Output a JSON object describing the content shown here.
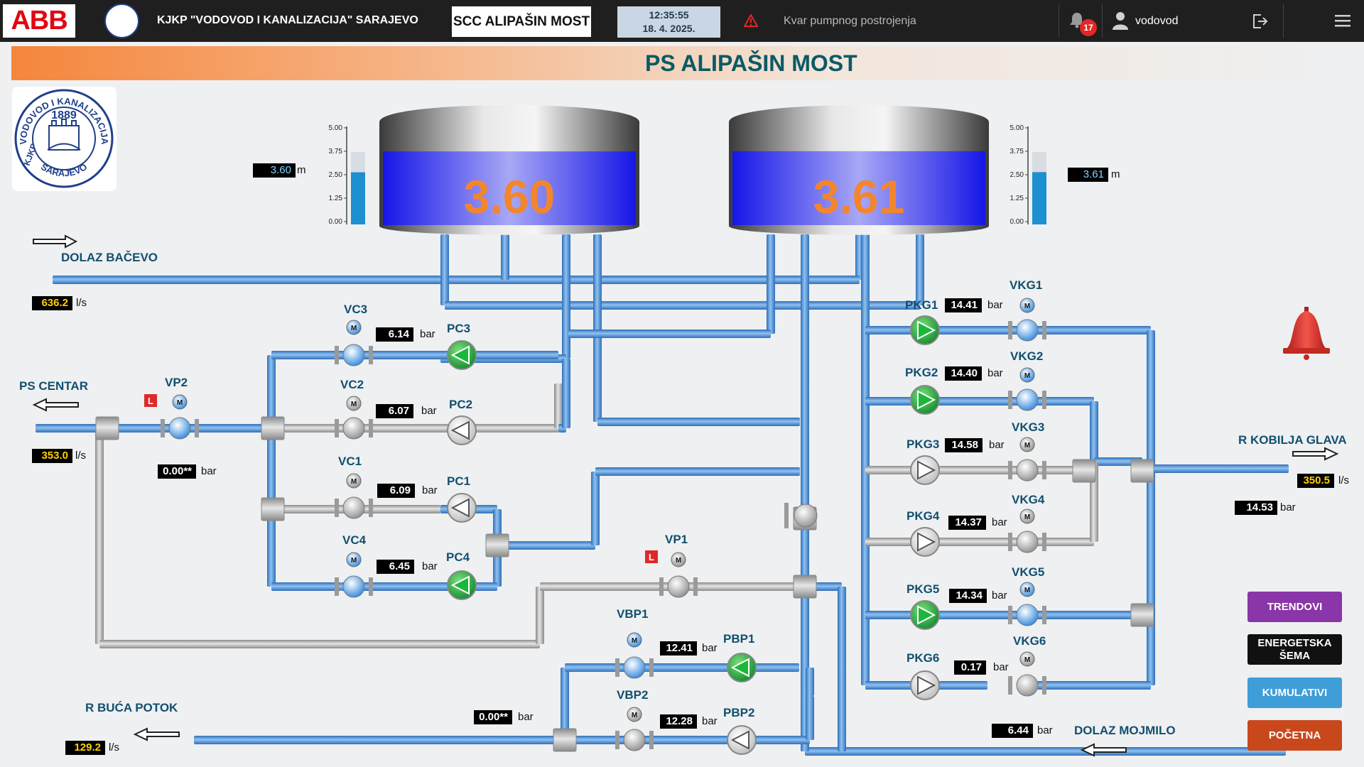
{
  "header": {
    "brand": "ABB",
    "organization": "KJKP \"VODOVOD I KANALIZACIJA\" SARAJEVO",
    "station": "SCC ALIPAŠIN MOST",
    "time": "12:35:55",
    "date": "18. 4. 2025.",
    "alarm_message": "Kvar pumpnog postrojenja",
    "notification_count": "17",
    "user": "vodovod"
  },
  "title": "PS ALIPAŠIN MOST",
  "logo": {
    "year": "1889",
    "text_top": "VODOVOD I KANALIZACIJA",
    "text_left": "KJKP",
    "text_bottom": "SARAJEVO"
  },
  "tanks": [
    {
      "level_text": "3.60",
      "readout": "3.60",
      "unit": "m",
      "level": 3.6,
      "scale": [
        "5.00",
        "3.75",
        "2.50",
        "1.25",
        "0.00"
      ]
    },
    {
      "level_text": "3.61",
      "readout": "3.61",
      "unit": "m",
      "level": 3.61,
      "scale": [
        "5.00",
        "3.75",
        "2.50",
        "1.25",
        "0.00"
      ]
    }
  ],
  "flows": {
    "dolaz_bacevo": {
      "label": "DOLAZ BAČEVO",
      "value": "636.2",
      "unit": "l/s"
    },
    "ps_centar": {
      "label": "PS CENTAR",
      "value": "353.0",
      "unit": "l/s"
    },
    "r_kobilja_glava": {
      "label": "R KOBILJA GLAVA",
      "value": "350.5",
      "unit": "l/s",
      "pressure": "14.53",
      "punit": "bar"
    },
    "r_buca_potok": {
      "label": "R BUĆA POTOK",
      "value": "129.2",
      "unit": "l/s"
    },
    "dolaz_mojmilo": {
      "label": "DOLAZ MOJMILO",
      "pressure": "6.44",
      "punit": "bar"
    }
  },
  "valves": {
    "vp2": {
      "label": "VP2",
      "pressure": "0.00**",
      "unit": "bar",
      "mode": "L"
    },
    "vp1": {
      "label": "VP1",
      "mode": "L"
    },
    "vc3": "VC3",
    "vc2": "VC2",
    "vc1": "VC1",
    "vc4": "VC4",
    "vbp1": "VBP1",
    "vbp2": "VBP2",
    "vkg1": "VKG1",
    "vkg2": "VKG2",
    "vkg3": "VKG3",
    "vkg4": "VKG4",
    "vkg5": "VKG5",
    "vkg6": "VKG6"
  },
  "pumps": {
    "pc3": {
      "label": "PC3",
      "pressure": "6.14",
      "unit": "bar"
    },
    "pc2": {
      "label": "PC2",
      "pressure": "6.07",
      "unit": "bar"
    },
    "pc1": {
      "label": "PC1",
      "pressure": "6.09",
      "unit": "bar"
    },
    "pc4": {
      "label": "PC4",
      "pressure": "6.45",
      "unit": "bar"
    },
    "pbp1": {
      "label": "PBP1",
      "pressure": "12.41",
      "unit": "bar"
    },
    "pbp2": {
      "label": "PBP2",
      "pressure": "12.28",
      "unit": "bar"
    },
    "pkg1": {
      "label": "PKG1",
      "pressure": "14.41",
      "unit": "bar"
    },
    "pkg2": {
      "label": "PKG2",
      "pressure": "14.40",
      "unit": "bar"
    },
    "pkg3": {
      "label": "PKG3",
      "pressure": "14.58",
      "unit": "bar"
    },
    "pkg4": {
      "label": "PKG4",
      "pressure": "14.37",
      "unit": "bar"
    },
    "pkg5": {
      "label": "PKG5",
      "pressure": "14.34",
      "unit": "bar"
    },
    "pkg6": {
      "label": "PKG6",
      "pressure": "0.17",
      "unit": "bar"
    }
  },
  "buca_pressure": {
    "value": "0.00**",
    "unit": "bar"
  },
  "motor_glyph": "M",
  "mode_local": "L",
  "buttons": [
    {
      "label": "TRENDOVI",
      "color": "#8a35a8"
    },
    {
      "label": "ENERGETSKA ŠEMA",
      "color": "#111111"
    },
    {
      "label": "KUMULATIVI",
      "color": "#3f9ed8"
    },
    {
      "label": "POČETNA",
      "color": "#c8481c"
    }
  ],
  "colors": {
    "water": "#4f92d8",
    "idle_pipe": "#b8b8b8",
    "running_pump": "#1fa83c",
    "alarm_bell": "#e23a2c",
    "title_text": "#0a5a66"
  }
}
